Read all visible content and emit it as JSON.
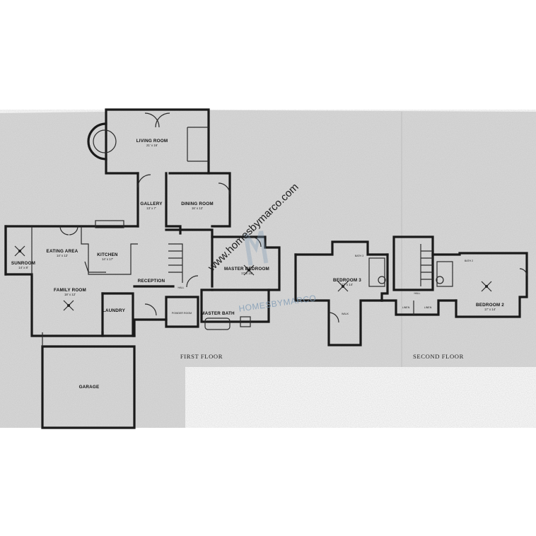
{
  "watermark": {
    "url": "www.homesbymarco.com",
    "brand": "HOMESBYMARCO"
  },
  "floors": {
    "first": "FIRST FLOOR",
    "second": "SECOND FLOOR"
  },
  "rooms": {
    "living_room": {
      "name": "LIVING ROOM",
      "size": "21' x 16'"
    },
    "gallery": {
      "name": "GALLERY",
      "size": "13' x 7'"
    },
    "dining_room": {
      "name": "DINING ROOM",
      "size": "16' x 12'"
    },
    "eating_area": {
      "name": "EATING AREA",
      "size": "14' x 12'"
    },
    "kitchen": {
      "name": "KITCHEN",
      "size": "14' x 17'"
    },
    "sunroom": {
      "name": "SUNROOM",
      "size": "14' x 8'"
    },
    "family_room": {
      "name": "FAMILY ROOM",
      "size": "18' x 12'"
    },
    "laundry": {
      "name": "LAUNDRY"
    },
    "reception": {
      "name": "RECEPTION"
    },
    "master_bedroom": {
      "name": "MASTER BEDROOM",
      "size": "17' x 16'"
    },
    "master_bath": {
      "name": "MASTER BATH"
    },
    "powder": {
      "name": "POWDER ROOM"
    },
    "hall": {
      "name": "HALL"
    },
    "garage": {
      "name": "GARAGE"
    },
    "bedroom3": {
      "name": "BEDROOM 3",
      "size": "17' x 14'"
    },
    "bath3": {
      "name": "BATH 3"
    },
    "walk": {
      "name": "WALK"
    },
    "bedroom2": {
      "name": "BEDROOM 2",
      "size": "17' x 14'"
    },
    "bath2": {
      "name": "BATH 2"
    },
    "linen1": {
      "name": "LINEN"
    },
    "linen2": {
      "name": "LINEN"
    },
    "hall2": {
      "name": "HALL"
    }
  },
  "colors": {
    "paper": "#d7d7d7",
    "wall": "#1a1a1a",
    "watermark_brand": "#7f9bb5"
  }
}
